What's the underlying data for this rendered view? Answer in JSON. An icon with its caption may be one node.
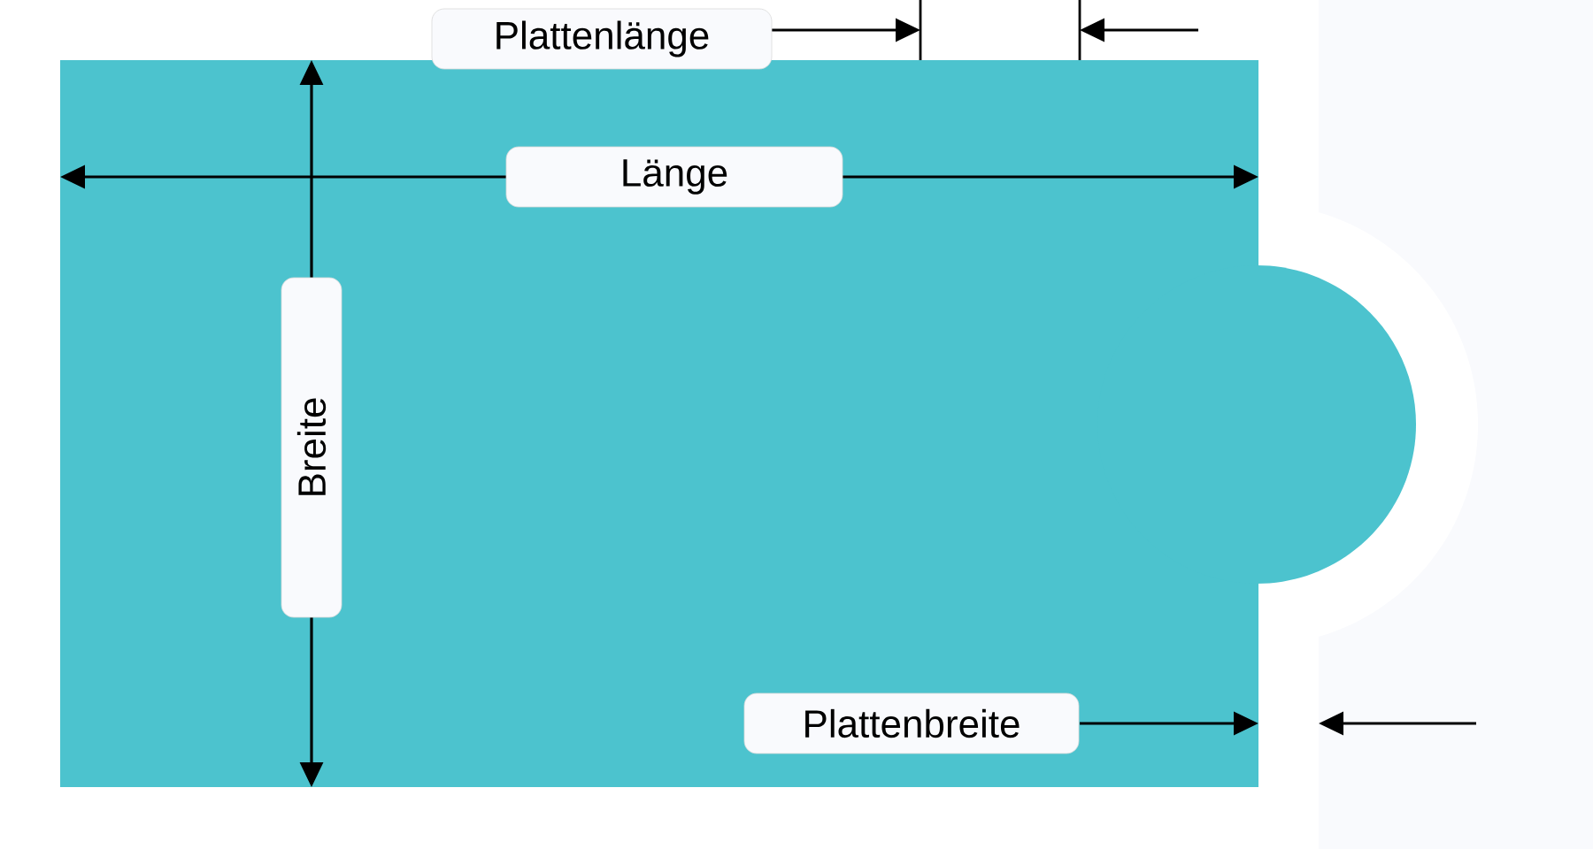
{
  "diagram": {
    "labels": [
      "Plattenlänge",
      "Länge",
      "Breite",
      "Plattenbreite"
    ]
  }
}
